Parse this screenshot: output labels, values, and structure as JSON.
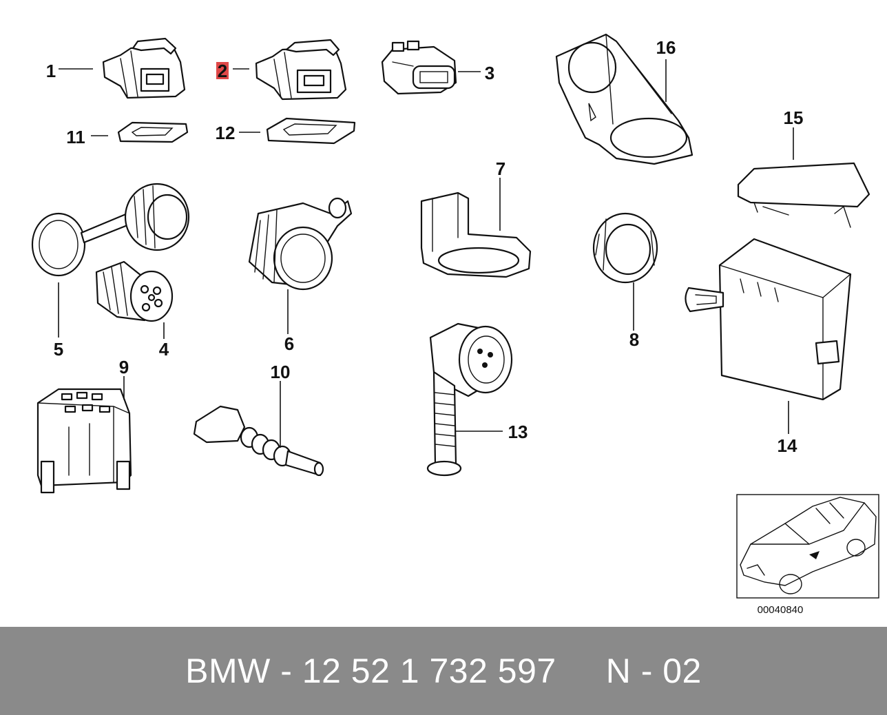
{
  "callouts": {
    "c1": "1",
    "c2": "2",
    "c3": "3",
    "c4": "4",
    "c5": "5",
    "c6": "6",
    "c7": "7",
    "c8": "8",
    "c9": "9",
    "c10": "10",
    "c11": "11",
    "c12": "12",
    "c13": "13",
    "c14": "14",
    "c15": "15",
    "c16": "16"
  },
  "highlighted_callout": "2",
  "colors": {
    "highlight": "#e04848",
    "footer_bg": "#8a8a8a",
    "footer_text": "#ffffff"
  },
  "reference_code": "00040840",
  "footer": {
    "part_number": "BMW - 12 52 1 732 597",
    "variant": "N - 02"
  }
}
